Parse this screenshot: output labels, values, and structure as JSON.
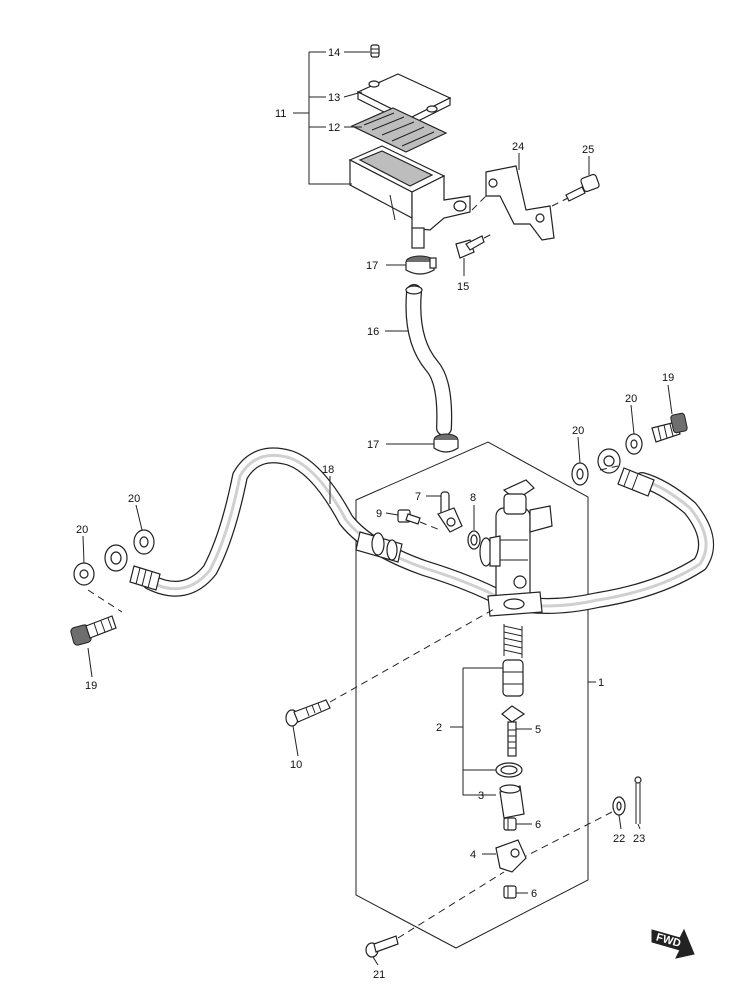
{
  "diagram": {
    "callouts": {
      "p1": "1",
      "p2": "2",
      "p3": "3",
      "p4": "4",
      "p5": "5",
      "p6a": "6",
      "p6b": "6",
      "p7": "7",
      "p8": "8",
      "p9": "9",
      "p10": "10",
      "p11": "11",
      "p12": "12",
      "p13": "13",
      "p14": "14",
      "p15": "15",
      "p16": "16",
      "p17a": "17",
      "p17b": "17",
      "p18": "18",
      "p19a": "19",
      "p19b": "19",
      "p20a": "20",
      "p20b": "20",
      "p20c": "20",
      "p20d": "20",
      "p21": "21",
      "p22": "22",
      "p23": "23",
      "p24": "24",
      "p25": "25"
    },
    "fwd_label": "FWD",
    "colors": {
      "line": "#222222",
      "fill": "#ffffff",
      "shade": "#bdbdbd"
    }
  }
}
